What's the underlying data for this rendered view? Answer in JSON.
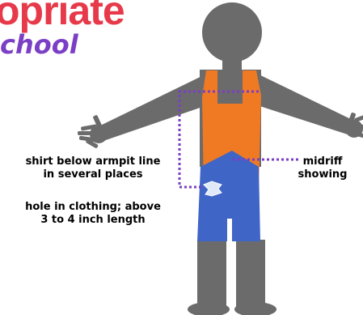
{
  "title": "opriate",
  "subtitle": "chool",
  "labels": {
    "armpit": {
      "line1": "shirt below armpit line",
      "line2": "in several places"
    },
    "hole": {
      "line1": "hole in clothing; above",
      "line2": "3 to 4 inch length"
    },
    "midriff": {
      "line1": "midriff",
      "line2": "showing"
    }
  },
  "colors": {
    "title": "#e63a4a",
    "subtitle": "#7b3fc6",
    "figure": "#6b6b6b",
    "shirt": "#f07a24",
    "shorts": "#3f65c6",
    "dotted_line": "#7b3fc6",
    "hole": "#dfe9f8"
  }
}
